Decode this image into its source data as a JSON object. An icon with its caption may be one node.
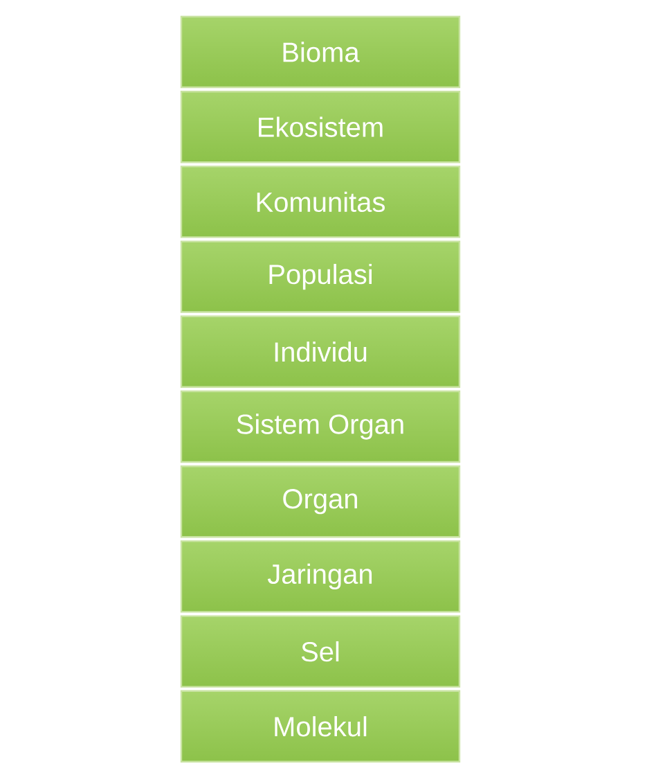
{
  "diagram": {
    "nodes": [
      {
        "text": [
          "Bioma"
        ]
      },
      {
        "text": [
          "Ekosistem"
        ]
      },
      {
        "text": [
          "Komunitas"
        ]
      },
      {
        "text": [
          "Populasi"
        ]
      },
      {
        "text": [
          "Individu"
        ]
      },
      {
        "text": [
          "Sistem Organ"
        ]
      },
      {
        "text": [
          "Organ"
        ]
      },
      {
        "text": [
          "Jaringan"
        ]
      },
      {
        "text": [
          "Sel"
        ]
      },
      {
        "text": [
          "Molekul"
        ]
      }
    ]
  }
}
